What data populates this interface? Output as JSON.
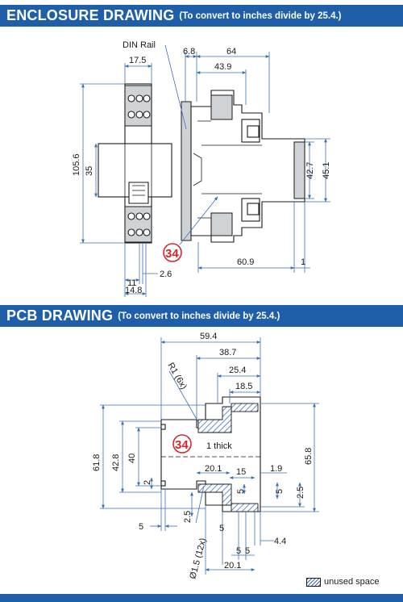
{
  "enclosure": {
    "title": "ENCLOSURE DRAWING",
    "subtitle": "(To convert to inches divide by 25.4.)",
    "labels": {
      "din_rail": "DIN Rail",
      "badge": "34"
    },
    "dims": {
      "d17_5": "17.5",
      "d6_8": "6.8",
      "d64": "64",
      "d43_9": "43.9",
      "d105_6": "105.6",
      "d35": "35",
      "d42_7": "42.7",
      "d45_1": "45.1",
      "d60_9": "60.9",
      "d1": "1",
      "d11": "11",
      "d2_6": "2.6",
      "d14_8": "14.8"
    }
  },
  "pcb": {
    "title": "PCB DRAWING",
    "subtitle": "(To convert to inches divide by 25.4.)",
    "labels": {
      "badge": "34",
      "thick": "1 thick",
      "radius": "R1 (6x)",
      "hole": "Ø1.5 (12x)",
      "unused": "unused space"
    },
    "dims": {
      "d59_4": "59.4",
      "d38_7": "38.7",
      "d25_4": "25.4",
      "d18_5": "18.5",
      "d61_8": "61.8",
      "d42_8": "42.8",
      "d40": "40",
      "d65_8": "65.8",
      "d20_1_top": "20.1",
      "d15": "15",
      "d1_9": "1.9",
      "d2": "2",
      "d5_mid": "5",
      "d2_5_right": "2.5",
      "d5_right": "5",
      "d5_left": "5",
      "d2_5_left": "2.5",
      "d5_bottom": "5",
      "d4_4": "4.4",
      "d5_5a": "5",
      "d5_5b": "5",
      "d20_1_bottom": "20.1"
    }
  }
}
